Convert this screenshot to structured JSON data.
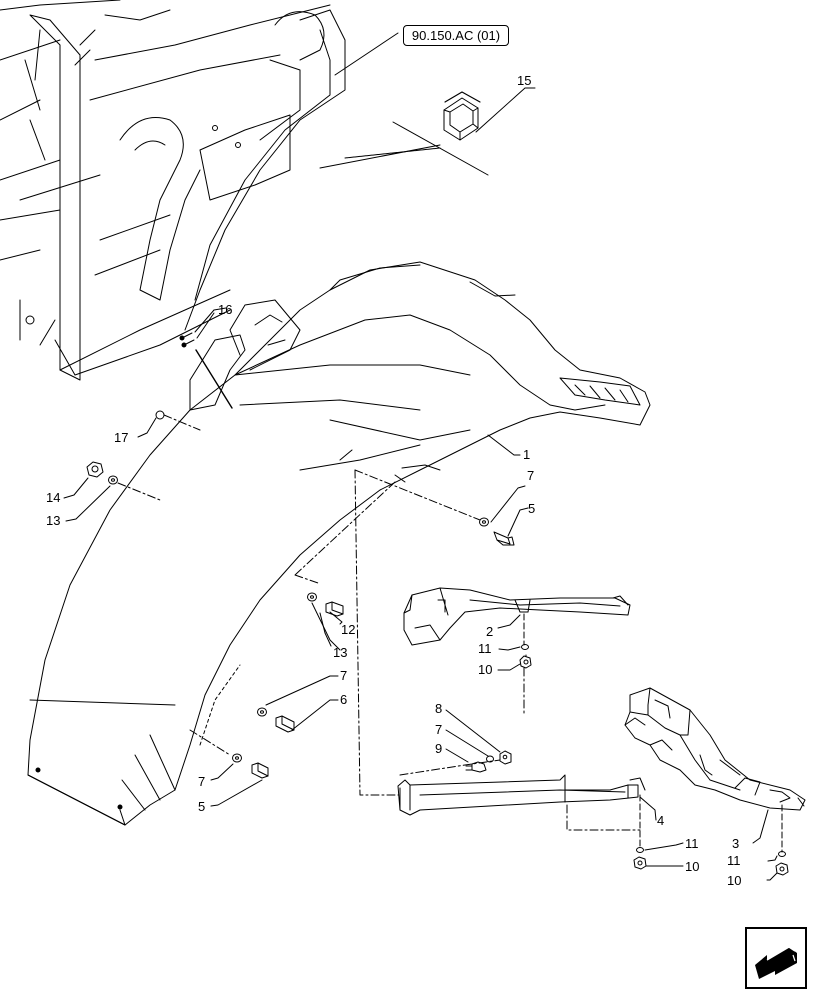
{
  "reference_link": "90.150.AC (01)",
  "callouts": {
    "c1": "1",
    "c2": "2",
    "c3": "3",
    "c4": "4",
    "c5a": "5",
    "c5b": "5",
    "c6": "6",
    "c7a": "7",
    "c7b": "7",
    "c7c": "7",
    "c7d": "7",
    "c8": "8",
    "c9": "9",
    "c10a": "10",
    "c10b": "10",
    "c10c": "10",
    "c11a": "11",
    "c11b": "11",
    "c11c": "11",
    "c12": "12",
    "c13a": "13",
    "c13b": "13",
    "c14": "14",
    "c15": "15",
    "c16": "16",
    "c17": "17"
  },
  "nav_icon": "arrow-back-icon"
}
